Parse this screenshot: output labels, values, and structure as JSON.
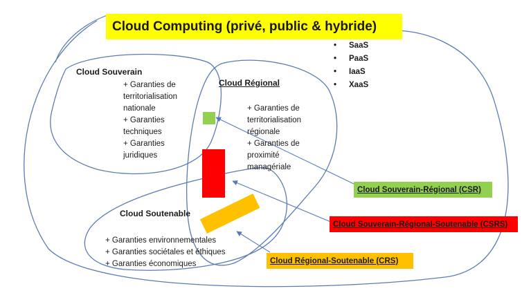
{
  "title": "Cloud Computing (privé, public & hybride)",
  "services": [
    {
      "bullet": "•",
      "label": "SaaS"
    },
    {
      "bullet": "•",
      "label": "PaaS"
    },
    {
      "bullet": "•",
      "label": "IaaS"
    },
    {
      "bullet": "•",
      "label": "XaaS"
    }
  ],
  "souverain": {
    "heading": "Cloud Souverain",
    "lines": [
      "+ Garanties de",
      "territorialisation",
      "nationale",
      "+ Garanties",
      "techniques",
      "+ Garanties",
      "juridiques"
    ]
  },
  "regional": {
    "heading": "Cloud Régional",
    "lines": [
      "+ Garanties de",
      "territorialisation",
      "régionale",
      "+ Garanties de",
      "proximité",
      "managériale"
    ]
  },
  "soutenable": {
    "heading": "Cloud Soutenable",
    "lines": [
      "+ Garanties environnementales",
      "+ Garanties sociétales et éthiques",
      "+ Garanties économiques"
    ]
  },
  "tags": {
    "csr": "Cloud Souverain-Régional (CSR)",
    "csrs": "Cloud Souverain-Régional-Soutenable (CSRS)",
    "crs": "Cloud Régional-Soutenable (CRS)"
  },
  "colors": {
    "title_bg": "#ffff00",
    "csr": "#92d050",
    "csrs": "#ff0000",
    "crs": "#ffc000",
    "curve": "#5b7bb4"
  }
}
